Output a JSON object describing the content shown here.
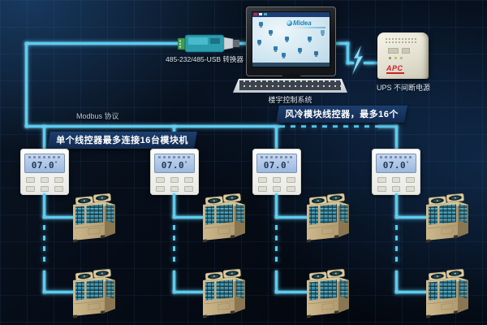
{
  "labels": {
    "converter": "485-232/485-USB 转换器",
    "pc": "楼宇控制系统",
    "ups": "UPS 不间断电源",
    "modbus": "Modbus 协议",
    "controllers_badge": "风冷模块线控器，最多16个",
    "modules_badge": "单个线控器最多连接16台模块机"
  },
  "devices": {
    "monitor_brand": "Midea",
    "ups_brand": "APC",
    "controller_lcd": "07.0",
    "controller_lcd_unit": "°"
  },
  "structure": {
    "controllers_shown": 4,
    "chillers_shown": 8,
    "bus_rows": 2
  },
  "colors": {
    "wire": "#58cdf2",
    "badge_bg": "#122a50",
    "badge_text": "#ffffff",
    "background": "#060d18",
    "ups_brand_red": "#cc2229",
    "chiller_body": "#c2ac80",
    "chiller_coil": "#2e7b94",
    "lcd_blue": "#a9c4e4",
    "converter_teal": "#2b9cae"
  }
}
